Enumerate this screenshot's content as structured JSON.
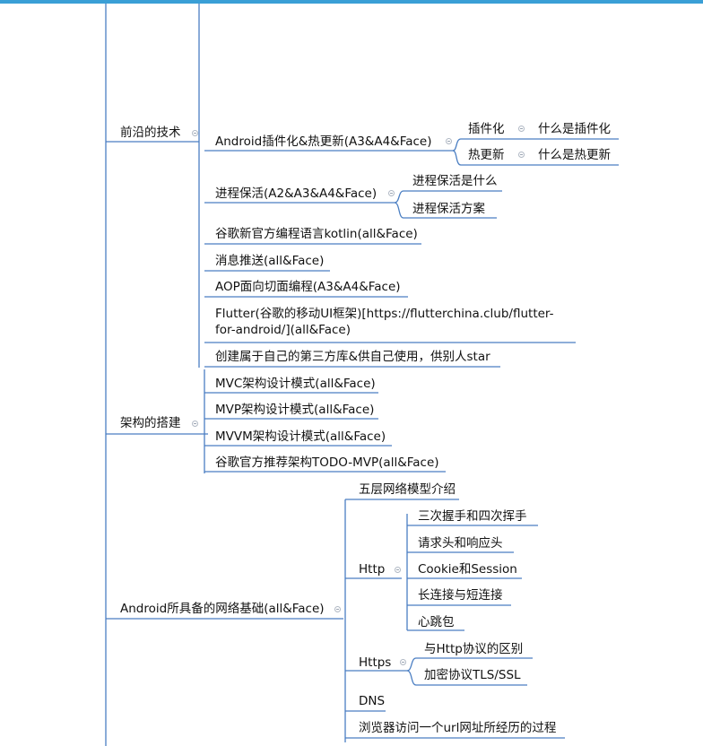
{
  "colors": {
    "line": "#4a7ec2",
    "accent": "#3a9fd6"
  },
  "mindmap": {
    "frontier": {
      "title": "前沿的技术",
      "plugin": {
        "title": "Android插件化&热更新(A3&A4&Face)",
        "plugin_label": "插件化",
        "plugin_what": "什么是插件化",
        "hotfix_label": "热更新",
        "hotfix_what": "什么是热更新"
      },
      "keepalive": {
        "title": "进程保活(A2&A3&A4&Face)",
        "what": "进程保活是什么",
        "plan": "进程保活方案"
      },
      "kotlin": "谷歌新官方编程语言kotlin(all&Face)",
      "push": "消息推送(all&Face)",
      "aop": "AOP面向切面编程(A3&A4&Face)",
      "flutter": "Flutter(谷歌的移动UI框架)[https://flutterchina.club/flutter-for-android/](all&Face)",
      "library": "创建属于自己的第三方库&供自己使用，供别人star"
    },
    "architecture": {
      "title": "架构的搭建",
      "mvc": "MVC架构设计模式(all&Face)",
      "mvp": "MVP架构设计模式(all&Face)",
      "mvvm": "MVVM架构设计模式(all&Face)",
      "todo": "谷歌官方推荐架构TODO-MVP(all&Face)"
    },
    "network": {
      "title": "Android所具备的网络基础(all&Face)",
      "five_layer": "五层网络模型介绍",
      "http": {
        "title": "Http",
        "handshake": "三次握手和四次挥手",
        "headers": "请求头和响应头",
        "cookie": "Cookie和Session",
        "connection": "长连接与短连接",
        "heartbeat": "心跳包"
      },
      "https": {
        "title": "Https",
        "diff": "与Http协议的区别",
        "tls": "加密协议TLS/SSL"
      },
      "dns": "DNS",
      "browser": "浏览器访问一个url网址所经历的过程"
    }
  }
}
